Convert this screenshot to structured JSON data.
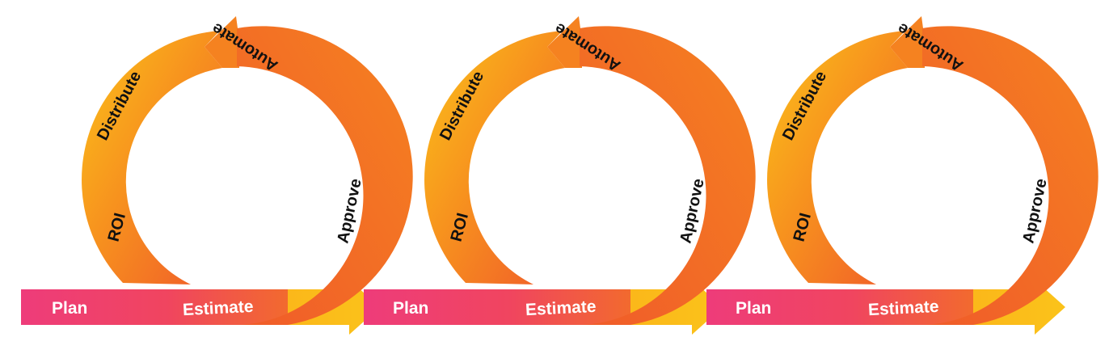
{
  "cycles": [
    {
      "bar": {
        "start_label": "Plan",
        "end_label": "Estimate"
      },
      "loop_labels": [
        "ROI",
        "Distribute",
        "Automate",
        "Approve"
      ]
    },
    {
      "bar": {
        "start_label": "Plan",
        "end_label": "Estimate"
      },
      "loop_labels": [
        "ROI",
        "Distribute",
        "Automate",
        "Approve"
      ]
    },
    {
      "bar": {
        "start_label": "Plan",
        "end_label": "Estimate"
      },
      "loop_labels": [
        "ROI",
        "Distribute",
        "Automate",
        "Approve"
      ]
    }
  ],
  "colors": {
    "bar_start": "#ee3c7a",
    "bar_end": "#f26a2e",
    "arrow_tail": "#fbc31a",
    "loop_warm": "#fbc31a",
    "loop_hot": "#f05a2a",
    "text_dark": "#111111",
    "text_light": "#ffffff"
  }
}
